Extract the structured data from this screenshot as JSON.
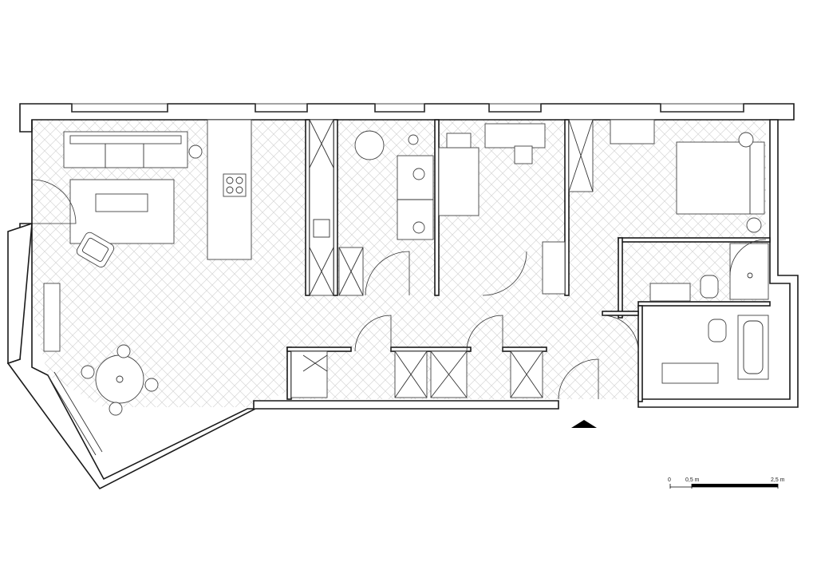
{
  "scale_bar": {
    "label_zero": "0",
    "label_mid": "0,5 m",
    "label_end": "2,5 m"
  }
}
